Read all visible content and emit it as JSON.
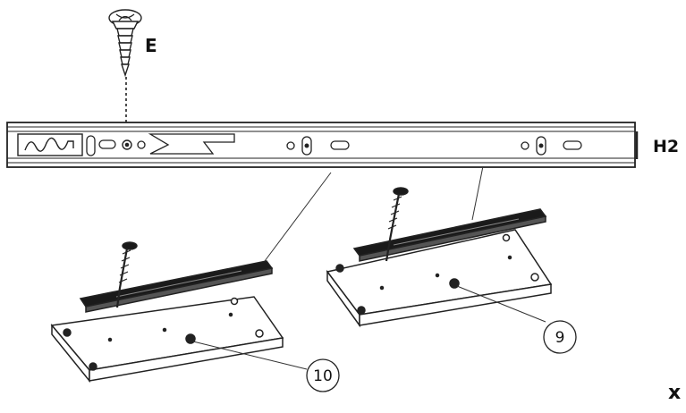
{
  "labels": {
    "screw": "E",
    "rail": "H2",
    "part_left": "10",
    "part_right": "9",
    "quantity_mark": "x"
  }
}
